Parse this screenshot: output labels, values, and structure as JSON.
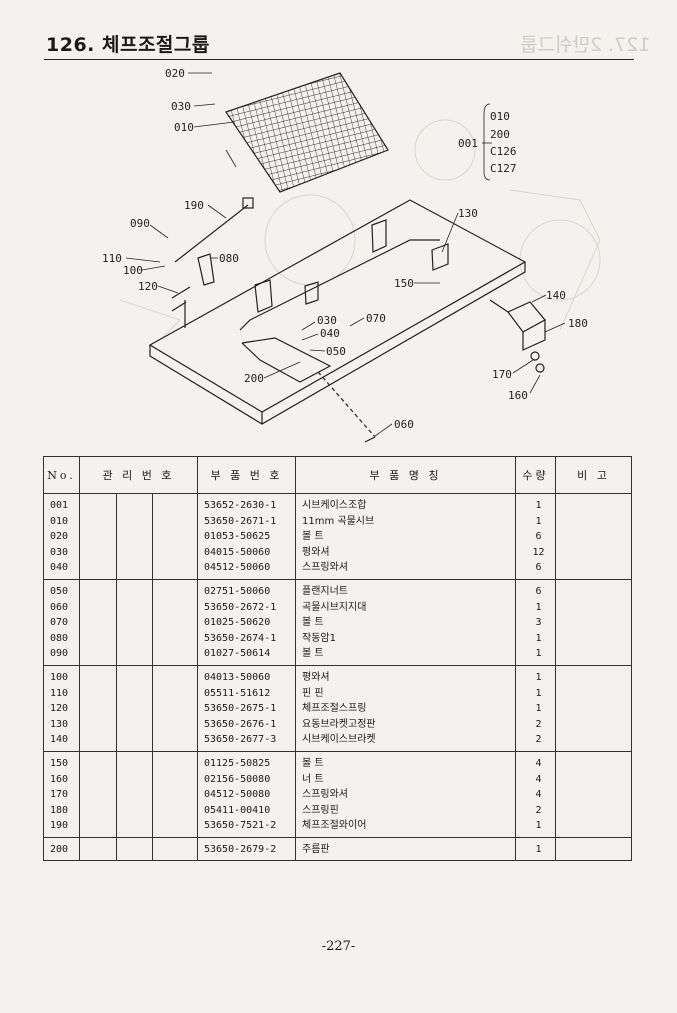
{
  "header": {
    "title": "126. 체프조절그룹",
    "ghost_title": "127. 2만쉬그룹"
  },
  "diagram_labels": {
    "l020": "020",
    "l030a": "030",
    "l010": "010",
    "r010": "010",
    "r200": "200",
    "rc126": "C126",
    "rc127": "C127",
    "l001": "001",
    "l190": "190",
    "l090": "090",
    "l110": "110",
    "l100": "100",
    "l080": "080",
    "l120": "120",
    "l130": "130",
    "l150": "150",
    "l140": "140",
    "l180": "180",
    "l030b": "030",
    "l040": "040",
    "l070": "070",
    "l050": "050",
    "l200": "200",
    "l170": "170",
    "l160": "160",
    "l060": "060"
  },
  "table": {
    "headers": {
      "no": "No.",
      "mgmt": "관 리 번 호",
      "part_no": "부 품 번 호",
      "name": "부 품 명 칭",
      "qty": "수량",
      "remarks": "비 고"
    },
    "rows": [
      {
        "no": "001",
        "part": "53652-2630-1",
        "name": "시브케이스조합",
        "qty": "1"
      },
      {
        "no": "010",
        "part": "53650-2671-1",
        "name": "11mm 곡물시브",
        "qty": "1"
      },
      {
        "no": "020",
        "part": "01053-50625",
        "name": "볼 트",
        "qty": "6"
      },
      {
        "no": "030",
        "part": "04015-50060",
        "name": "평와셔",
        "qty": "12"
      },
      {
        "no": "040",
        "part": "04512-50060",
        "name": "스프링와셔",
        "qty": "6"
      },
      {
        "no": "050",
        "part": "02751-50060",
        "name": "플랜지너트",
        "qty": "6"
      },
      {
        "no": "060",
        "part": "53650-2672-1",
        "name": "곡물시브지지대",
        "qty": "1"
      },
      {
        "no": "070",
        "part": "01025-50620",
        "name": "볼 트",
        "qty": "3"
      },
      {
        "no": "080",
        "part": "53650-2674-1",
        "name": "작동암1",
        "qty": "1"
      },
      {
        "no": "090",
        "part": "01027-50614",
        "name": "볼 트",
        "qty": "1"
      },
      {
        "no": "100",
        "part": "04013-50060",
        "name": "평와셔",
        "qty": "1"
      },
      {
        "no": "110",
        "part": "05511-51612",
        "name": "핀 핀",
        "qty": "1"
      },
      {
        "no": "120",
        "part": "53650-2675-1",
        "name": "체프조절스프링",
        "qty": "1"
      },
      {
        "no": "130",
        "part": "53650-2676-1",
        "name": "요동브라켓고정판",
        "qty": "2"
      },
      {
        "no": "140",
        "part": "53650-2677-3",
        "name": "시브케이스브라켓",
        "qty": "2"
      },
      {
        "no": "150",
        "part": "01125-50825",
        "name": "볼 트",
        "qty": "4"
      },
      {
        "no": "160",
        "part": "02156-50080",
        "name": "너 트",
        "qty": "4"
      },
      {
        "no": "170",
        "part": "04512-50080",
        "name": "스프링와셔",
        "qty": "4"
      },
      {
        "no": "180",
        "part": "05411-00410",
        "name": "스프링핀",
        "qty": "2"
      },
      {
        "no": "190",
        "part": "53650-7521-2",
        "name": "체프조절와이어",
        "qty": "1"
      },
      {
        "no": "200",
        "part": "53650-2679-2",
        "name": "주름판",
        "qty": "1"
      }
    ]
  },
  "footer": {
    "page": "-227-"
  }
}
